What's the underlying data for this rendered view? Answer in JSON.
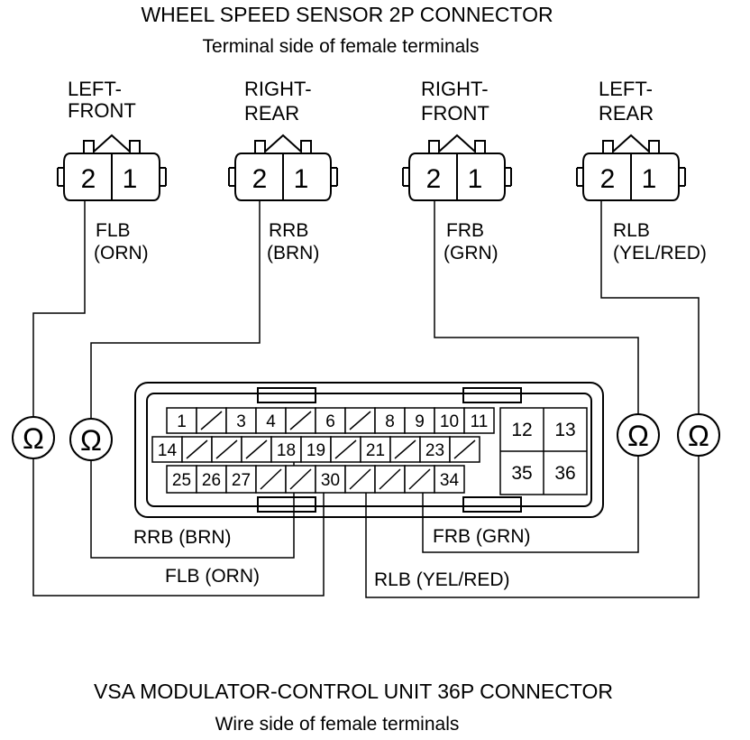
{
  "header": {
    "title": "WHEEL SPEED SENSOR 2P CONNECTOR",
    "subtitle": "Terminal side of female terminals"
  },
  "sensors": [
    {
      "label_line1": "LEFT-",
      "label_line2": "FRONT",
      "pin_left": "2",
      "pin_right": "1",
      "wire_code": "FLB",
      "wire_color": "(ORN)"
    },
    {
      "label_line1": "RIGHT-",
      "label_line2": "REAR",
      "pin_left": "2",
      "pin_right": "1",
      "wire_code": "RRB",
      "wire_color": "(BRN)"
    },
    {
      "label_line1": "RIGHT-",
      "label_line2": "FRONT",
      "pin_left": "2",
      "pin_right": "1",
      "wire_code": "FRB",
      "wire_color": "(GRN)"
    },
    {
      "label_line1": "LEFT-",
      "label_line2": "REAR",
      "pin_left": "2",
      "pin_right": "1",
      "wire_code": "RLB",
      "wire_color": "(YEL/RED)"
    }
  ],
  "ohmmeter_symbol": "Ω",
  "modulator_terminals": {
    "row1": [
      "1",
      "",
      "3",
      "4",
      "",
      "6",
      "",
      "8",
      "9",
      "10",
      "11"
    ],
    "row2": [
      "14",
      "",
      "",
      "",
      "18",
      "19",
      "",
      "21",
      "",
      "23",
      ""
    ],
    "row3": [
      "25",
      "26",
      "27",
      "",
      "",
      "30",
      "",
      "",
      "",
      "34"
    ],
    "right_block": [
      "12",
      "13",
      "35",
      "36"
    ]
  },
  "bottom_wires": [
    {
      "code": "RRB",
      "color": "(BRN)"
    },
    {
      "code": "FLB",
      "color": "(ORN)"
    },
    {
      "code": "FRB",
      "color": "(GRN)"
    },
    {
      "code": "RLB",
      "color": "(YEL/RED)"
    }
  ],
  "footer": {
    "title": "VSA MODULATOR-CONTROL UNIT 36P CONNECTOR",
    "subtitle": "Wire side of female terminals"
  }
}
